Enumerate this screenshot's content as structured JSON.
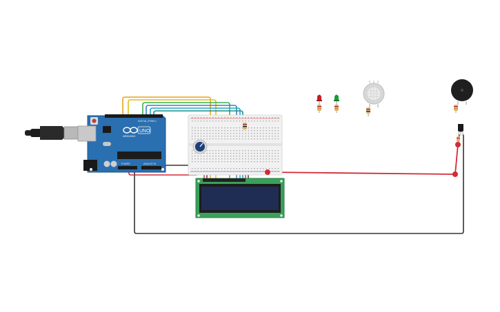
{
  "canvas": {
    "background": "#ffffff"
  },
  "arduino": {
    "logo_text": "UNO",
    "brand_text": "ARDUINO",
    "power_header_label": "POWER",
    "analog_header_label": "ANALOG IN",
    "digital_header_label": "DIGITAL (PWM~)",
    "board_color": "#2a6fb0"
  },
  "components": {
    "breadboard": {
      "type": "breadboard-half"
    },
    "potentiometer": {
      "type": "potentiometer"
    },
    "lcd": {
      "type": "lcd-16x2",
      "screen_color": "#1f2d55",
      "pcb_color": "#3aa15a"
    },
    "led_red": {
      "type": "led",
      "color": "#c0202a"
    },
    "led_green": {
      "type": "led",
      "color": "#1f9a3a"
    },
    "gas_sensor": {
      "type": "gas-sensor"
    },
    "buzzer": {
      "type": "piezo-buzzer"
    },
    "transistor": {
      "type": "npn-transistor"
    }
  },
  "wire_colors": {
    "red": "#d22b35",
    "black": "#333333",
    "orange": "#e8a21c",
    "yellow": "#d8c21c",
    "green": "#3cb04a",
    "blue": "#2f7fd0",
    "cyan": "#21a7c2",
    "teal": "#178f8f",
    "brown": "#8a5a2b"
  }
}
